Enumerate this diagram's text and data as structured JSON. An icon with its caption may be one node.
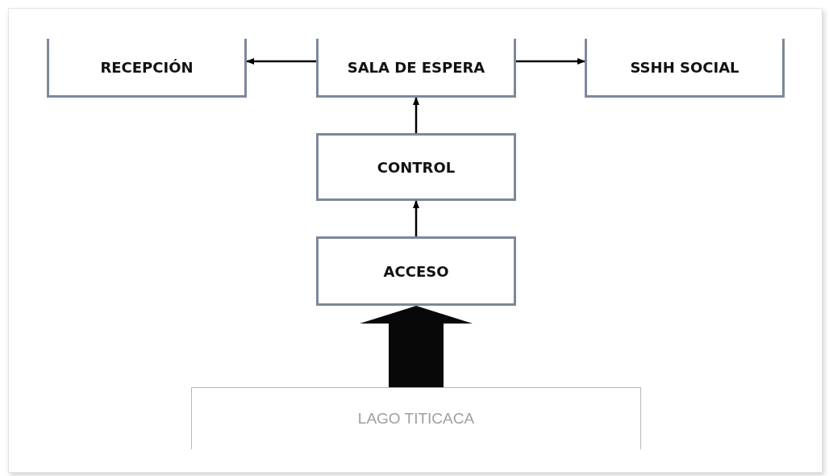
{
  "diagram": {
    "nodes": [
      {
        "text": [
          "RECEPCIÓN"
        ]
      },
      {
        "text": [
          "SALA DE ESPERA"
        ]
      },
      {
        "text": [
          "SSHH SOCIAL"
        ]
      },
      {
        "text": [
          "CONTROL"
        ]
      },
      {
        "text": [
          "ACCESO"
        ]
      },
      {
        "text": [
          "LAGO TITICACA"
        ]
      }
    ],
    "edges": [
      {
        "from": 1,
        "to": 0,
        "arrow": "to"
      },
      {
        "from": 1,
        "to": 2,
        "arrow": "to"
      },
      {
        "from": 3,
        "to": 1,
        "arrow": "to"
      },
      {
        "from": 4,
        "to": 3,
        "arrow": "to"
      },
      {
        "from": 5,
        "to": 4,
        "arrow": "to",
        "style": "thick"
      }
    ]
  }
}
